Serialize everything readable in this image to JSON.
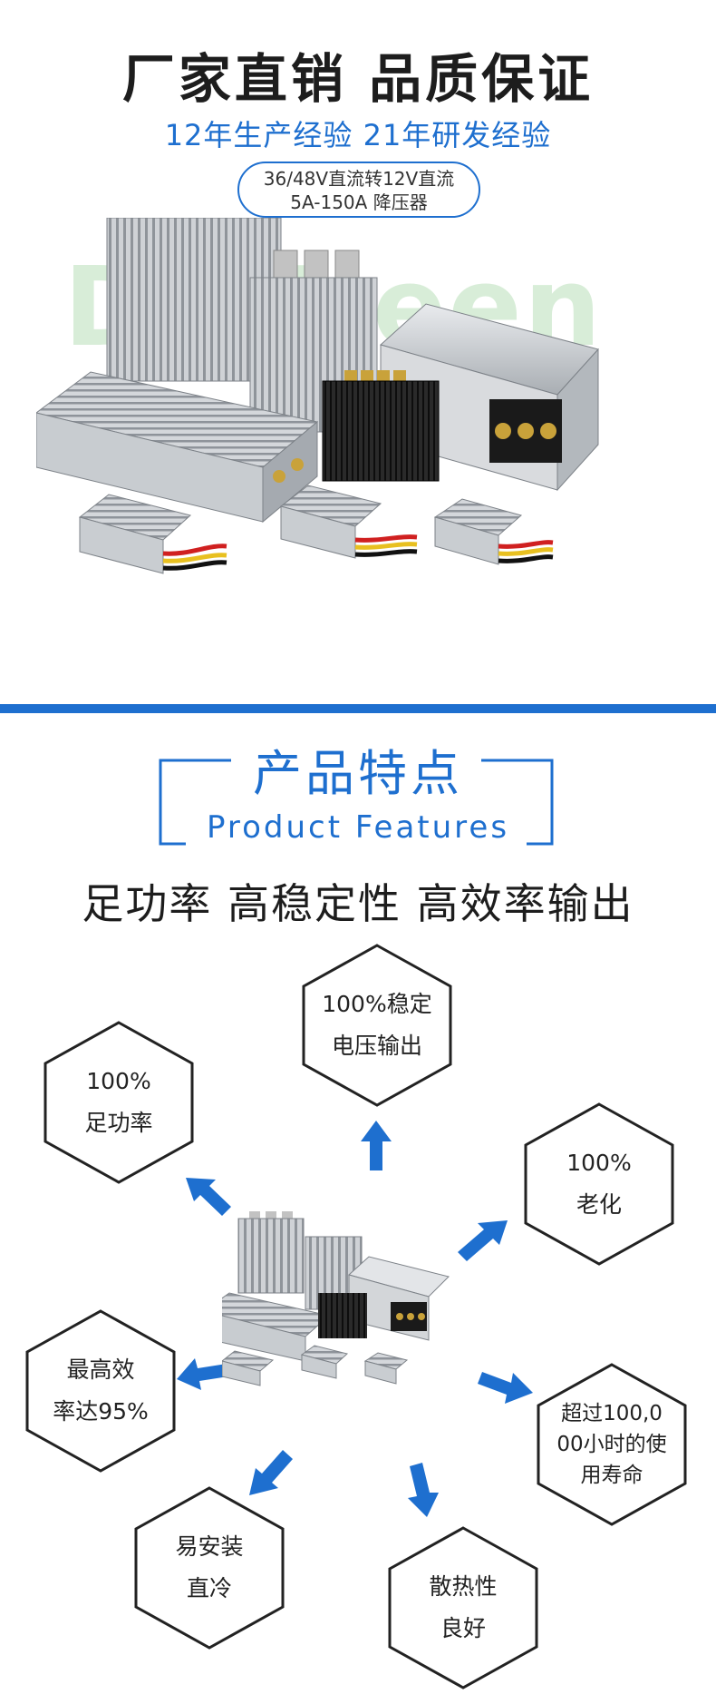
{
  "hero": {
    "title": "厂家直销 品质保证",
    "subtitle": "12年生产经验 21年研发经验",
    "spec_line1": "36/48V直流转12V直流",
    "spec_line2": "5A-150A 降压器",
    "watermark": "DeVreen"
  },
  "section": {
    "title_cn": "产品特点",
    "title_en": "Product Features",
    "tagline": "足功率 高稳定性 高效率输出"
  },
  "features": [
    {
      "line1": "100%",
      "line2": "足功率"
    },
    {
      "line1": "100%稳定",
      "line2": "电压输出"
    },
    {
      "line1": "100%",
      "line2": "老化"
    },
    {
      "line1": "最高效",
      "line2": "率达95%"
    },
    {
      "line1": "超过100,0",
      "line2": "00小时的使",
      "line3": "用寿命"
    },
    {
      "line1": "易安装",
      "line2": "直冷"
    },
    {
      "line1": "散热性",
      "line2": "良好"
    }
  ],
  "colors": {
    "accent": "#1e6fcf",
    "aluminum": "#c9ccd0",
    "black_unit": "#1c1c1c",
    "brass": "#c9a23a"
  }
}
